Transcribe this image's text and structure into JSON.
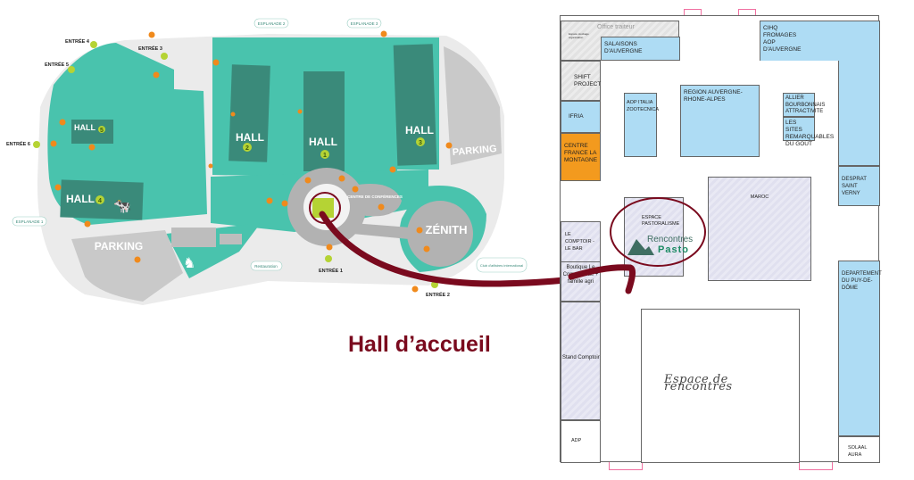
{
  "site_map": {
    "halls": [
      {
        "label": "HALL",
        "number": "1"
      },
      {
        "label": "HALL",
        "number": "2"
      },
      {
        "label": "HALL",
        "number": "3"
      },
      {
        "label": "HALL",
        "number": "4"
      },
      {
        "label": "HALL",
        "number": "5"
      }
    ],
    "entrances": [
      "ENTRÉE 1",
      "ENTRÉE 2",
      "ENTRÉE 3",
      "ENTRÉE 4",
      "ENTRÉE 5",
      "ENTRÉE 6"
    ],
    "esplanades": [
      "ESPLANADE 1",
      "ESPLANADE 2",
      "ESPLANADE 3"
    ],
    "parking_left": "PARKING",
    "parking_right": "PARKING",
    "zenith": "ZÉNITH",
    "conference_centre": "CENTRE DE CONFÉRENCES",
    "restauration": "Restauration",
    "club": "Club d'affaires international",
    "colors": {
      "teal": "#49c3ad",
      "dark_teal": "#3a8a7a",
      "grey": "#c9c9c9",
      "orange": "#f08a1c",
      "lime": "#b5d334",
      "accent": "#7a0a1e"
    }
  },
  "callout": {
    "title": "Hall d’accueil"
  },
  "floor_plan": {
    "stands": {
      "office": "Office traiteur",
      "stockage": "Espace stockage organisation",
      "salaisons": "SALAISONS D'AUVERGNE",
      "cihq": "CIHQ FROMAGES AOP D'AUVERGNE",
      "shift": "SHIFT PROJECT",
      "ifria": "IFRIA",
      "centre_france": "CENTRE FRANCE LA MONTAGNE",
      "aop_italia": "AOP ITALIA ZOOTECNICA",
      "region": "REGION AUVERGNE-RHONE-ALPES",
      "allier": "ALLIER BOURBONNAIS ATTRACTIVITE",
      "sites": "LES SITES REMARQUABLES DU GOÛT",
      "desprat": "DESPRAT SAINT VERNY",
      "pastoralisme": "ESPACE PASTORALISME",
      "maroc": "MAROC",
      "comptoir": "LE COMPTOIR - LE BAR",
      "boutique": "Boutique Le Comptoir rue + famille agri",
      "stand_comptoir": "Stand Comptoir",
      "adp": "ADP",
      "departement": "DEPARTEMENT DU PUY-DE-DÔME",
      "solaal": "SOLAAL AURA",
      "rencontres": "Espace de rencontres"
    },
    "logo": {
      "line1": "Rencontres",
      "line2": "Pasto"
    }
  }
}
